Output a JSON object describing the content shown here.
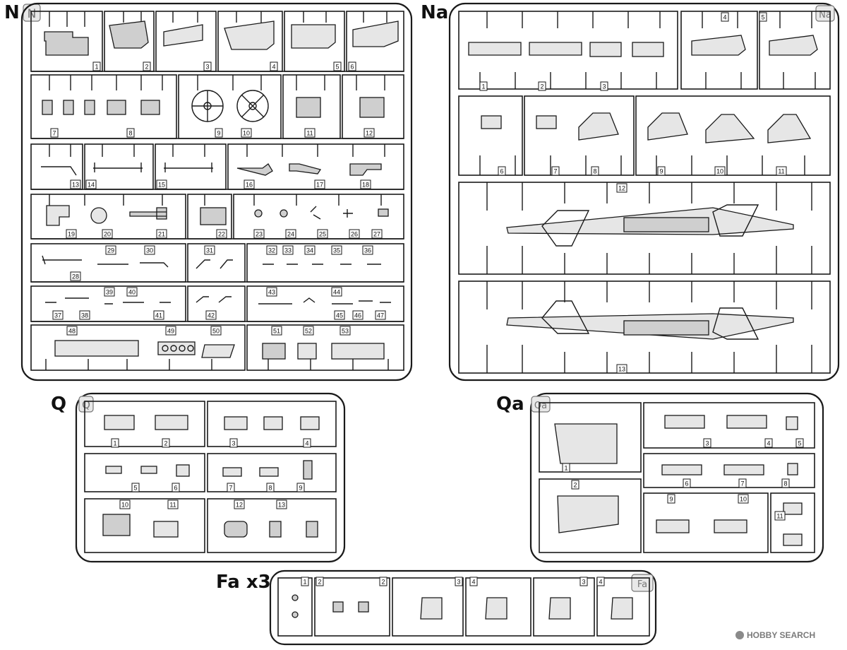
{
  "sprues": {
    "N": {
      "label": "N",
      "badge": "N",
      "parts": [
        "1",
        "2",
        "3",
        "4",
        "5",
        "6",
        "7",
        "8",
        "9",
        "10",
        "11",
        "12",
        "13",
        "14",
        "15",
        "16",
        "17",
        "18",
        "19",
        "20",
        "21",
        "22",
        "23",
        "24",
        "25",
        "26",
        "27",
        "28",
        "29",
        "30",
        "31",
        "32",
        "33",
        "34",
        "35",
        "36",
        "37",
        "38",
        "39",
        "40",
        "41",
        "42",
        "43",
        "44",
        "45",
        "46",
        "47",
        "48",
        "49",
        "50",
        "51",
        "52",
        "53"
      ]
    },
    "Na": {
      "label": "Na",
      "badge": "Na",
      "parts": [
        "1",
        "2",
        "3",
        "4",
        "5",
        "6",
        "7",
        "8",
        "9",
        "10",
        "11",
        "12",
        "13"
      ]
    },
    "Q": {
      "label": "Q",
      "badge": "Q",
      "parts": [
        "1",
        "2",
        "3",
        "4",
        "5",
        "6",
        "7",
        "8",
        "9",
        "10",
        "11",
        "12",
        "13"
      ]
    },
    "Qa": {
      "label": "Qa",
      "badge": "Qa",
      "parts": [
        "1",
        "2",
        "3",
        "4",
        "5",
        "6",
        "7",
        "8",
        "9",
        "10",
        "11"
      ]
    },
    "Fa": {
      "label": "Fa x3",
      "badge": "Fa",
      "parts": [
        "1",
        "2",
        "2",
        "3",
        "4",
        "3",
        "4"
      ]
    }
  },
  "watermark": {
    "text": "HOBBY SEARCH"
  }
}
